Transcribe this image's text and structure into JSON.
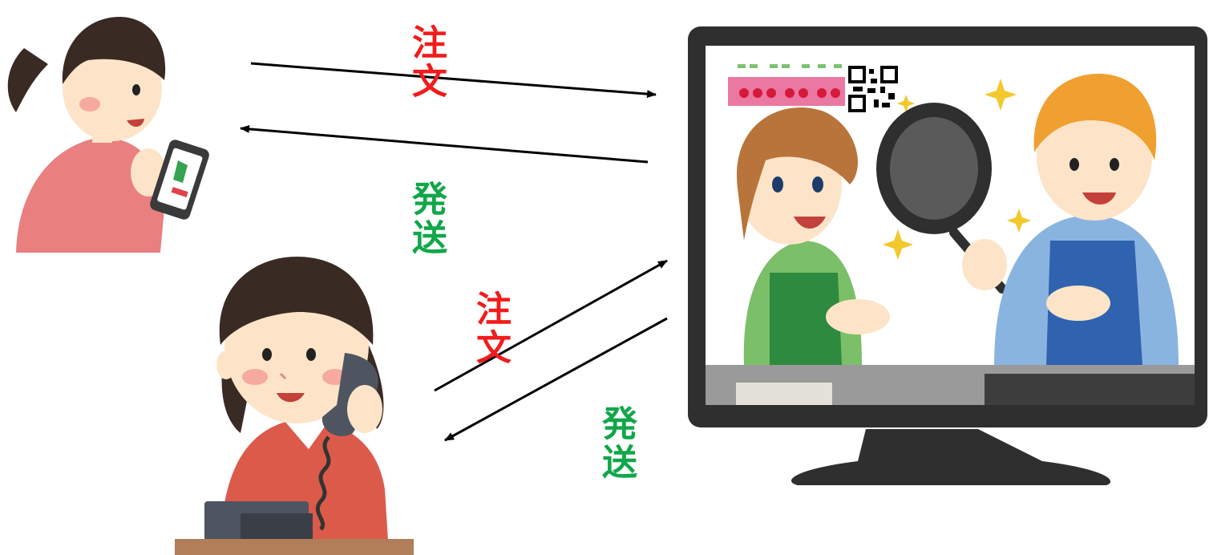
{
  "labels": {
    "smartphone_order": "注文",
    "smartphone_ship": "発送",
    "phone_order": "注文",
    "phone_ship": "発送"
  },
  "colors": {
    "order": "#f21b1b",
    "ship": "#12a64a",
    "arrow": "#000000",
    "tv_frame": "#2f2f2f",
    "screen_bg": "#ffffff"
  },
  "icons": {
    "woman_with_smartphone": "smartphone-shopper-illustration",
    "woman_on_phone": "telephone-caller-illustration",
    "tv": "tv-shopping-program-illustration",
    "qr": "qr-code-icon"
  }
}
